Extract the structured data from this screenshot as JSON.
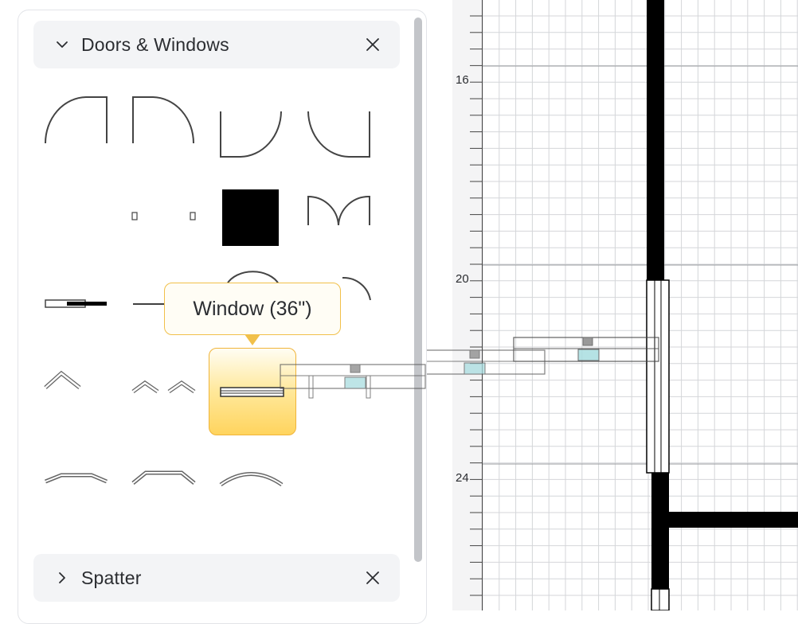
{
  "sidebar": {
    "sections": [
      {
        "title": "Doors & Windows",
        "expanded": true,
        "collapse_icon": "chevron-down-icon",
        "close_icon": "close-icon"
      },
      {
        "title": "Spatter",
        "expanded": false,
        "collapse_icon": "chevron-right-icon",
        "close_icon": "close-icon"
      }
    ],
    "tooltip": "Window (36\")",
    "selected_shape": "window-36"
  },
  "ruler": {
    "labels": [
      "16",
      "20",
      "24"
    ]
  },
  "colors": {
    "accent": "#ffd45e",
    "accent_border": "#f0b43a",
    "wall": "#000000",
    "grid": "#d4d6d9"
  }
}
